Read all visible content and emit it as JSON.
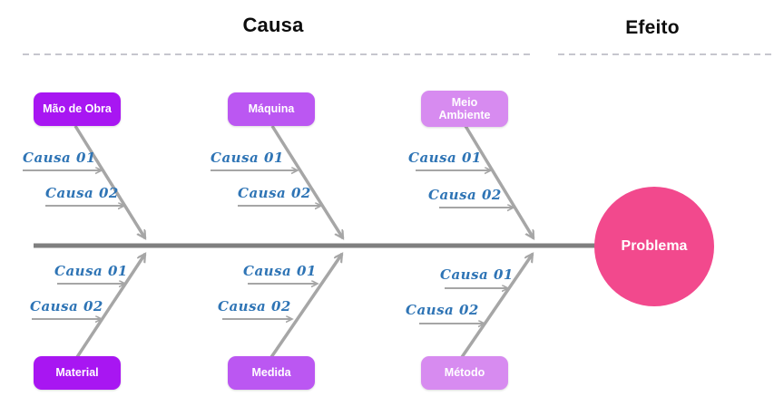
{
  "diagram": {
    "type": "fishbone-ishikawa",
    "cause_section_title": "Causa",
    "effect_section_title": "Efeito",
    "effect_label": "Problema",
    "branches": [
      {
        "id": "top-left",
        "category": "Mão de Obra",
        "causes": [
          "Causa 01",
          "Causa 02"
        ]
      },
      {
        "id": "top-middle",
        "category": "Máquina",
        "causes": [
          "Causa 01",
          "Causa 02"
        ]
      },
      {
        "id": "top-right",
        "category": "Meio Ambiente",
        "causes": [
          "Causa 01",
          "Causa 02"
        ]
      },
      {
        "id": "bottom-left",
        "category": "Material",
        "causes": [
          "Causa 01",
          "Causa 02"
        ]
      },
      {
        "id": "bottom-middle",
        "category": "Medida",
        "causes": [
          "Causa 01",
          "Causa 02"
        ]
      },
      {
        "id": "bottom-right",
        "category": "Método",
        "causes": [
          "Causa 01",
          "Causa 02"
        ]
      }
    ],
    "colors": {
      "category_purple_dark": "#A816F2",
      "category_purple_mid": "#BB57F2",
      "category_purple_light": "#D78BF0",
      "effect_pink": "#F2498D",
      "spine_gray": "#7F7F7F",
      "bone_gray": "#A6A6A6",
      "cause_label_blue": "#2E74B5",
      "divider_gray": "#B3B3BD"
    }
  }
}
